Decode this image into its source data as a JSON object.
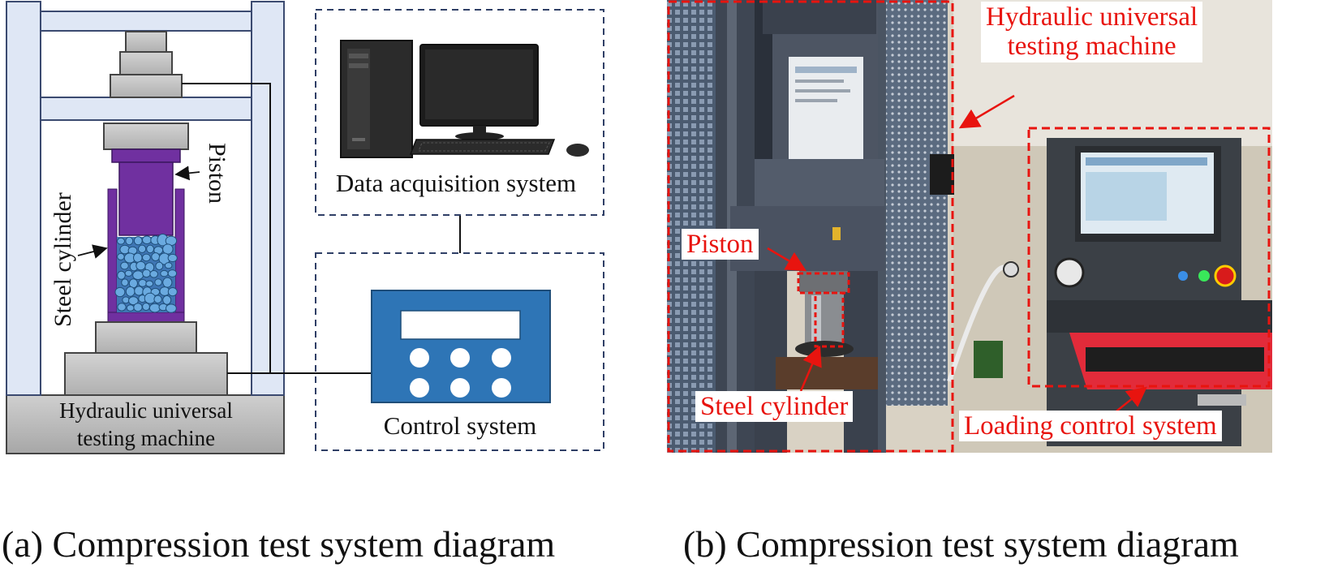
{
  "panel_a": {
    "caption": "(a) Compression test system diagram",
    "labels": {
      "piston": "Piston",
      "steel_cylinder": "Steel cylinder",
      "machine_line1": "Hydraulic universal",
      "machine_line2": "testing machine",
      "data_acquisition": "Data acquisition system",
      "control_system": "Control system"
    }
  },
  "panel_b": {
    "caption": "(b) Compression test system diagram",
    "labels": {
      "machine_line1": "Hydraulic universal",
      "machine_line2": "testing machine",
      "piston": "Piston",
      "steel_cylinder": "Steel cylinder",
      "loading_control": "Loading control system"
    }
  },
  "colors": {
    "frame": "#dfe7f5",
    "frame_stroke": "#3b4a70",
    "piston": "#7030a0",
    "aggregate": "#5b9bd5",
    "controller": "#2e75b6",
    "dashed_box": "#2f3f66",
    "annotation_red": "#e8140f"
  }
}
